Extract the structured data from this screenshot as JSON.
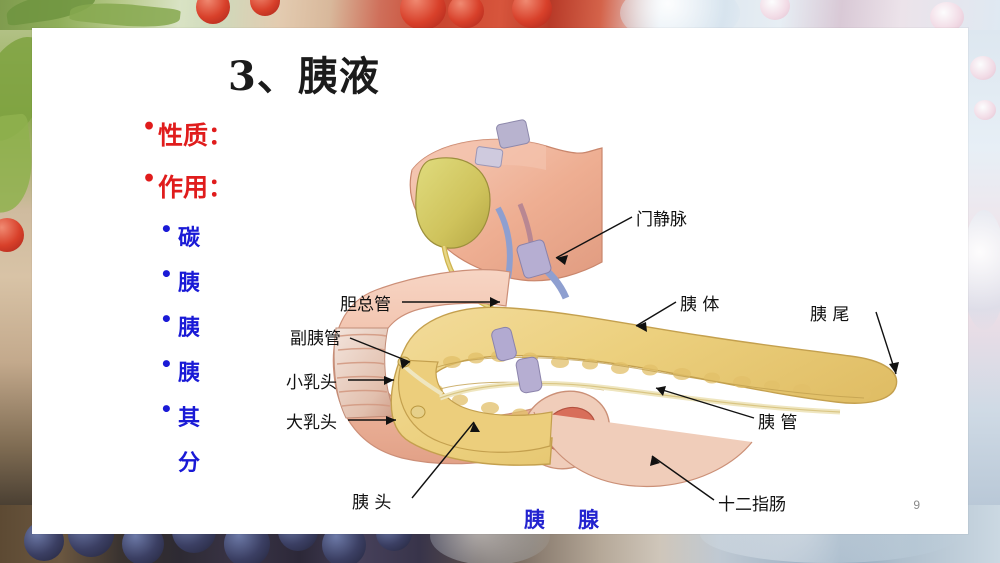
{
  "slide": {
    "title": "3、胰液",
    "page_number": "9"
  },
  "bullets": {
    "level1": [
      {
        "label": "性质："
      },
      {
        "label": "作用："
      }
    ],
    "level2": [
      {
        "label": "碳"
      },
      {
        "label": "胰"
      },
      {
        "label": "胰"
      },
      {
        "label": "胰"
      },
      {
        "label": "其"
      }
    ],
    "continuation": "分"
  },
  "figure": {
    "caption": "胰　腺",
    "labels": [
      {
        "id": "portal-vein",
        "text": "门静脉"
      },
      {
        "id": "common-bile-duct",
        "text": "胆总管"
      },
      {
        "id": "pancreas-body",
        "text": "胰 体"
      },
      {
        "id": "pancreas-tail",
        "text": "胰 尾"
      },
      {
        "id": "accessory-pancreatic-duct",
        "text": "副胰管"
      },
      {
        "id": "minor-papilla",
        "text": "小乳头"
      },
      {
        "id": "major-papilla",
        "text": "大乳头"
      },
      {
        "id": "pancreatic-duct",
        "text": "胰 管"
      },
      {
        "id": "pancreas-head",
        "text": "胰 头"
      },
      {
        "id": "duodenum",
        "text": "十二指肠"
      }
    ]
  },
  "colors": {
    "title": "#1b1b1b",
    "bullet_red": "#e01c1c",
    "bullet_blue": "#1a1ad6",
    "caption_blue": "#2323cf",
    "card_bg": "#ffffff"
  }
}
